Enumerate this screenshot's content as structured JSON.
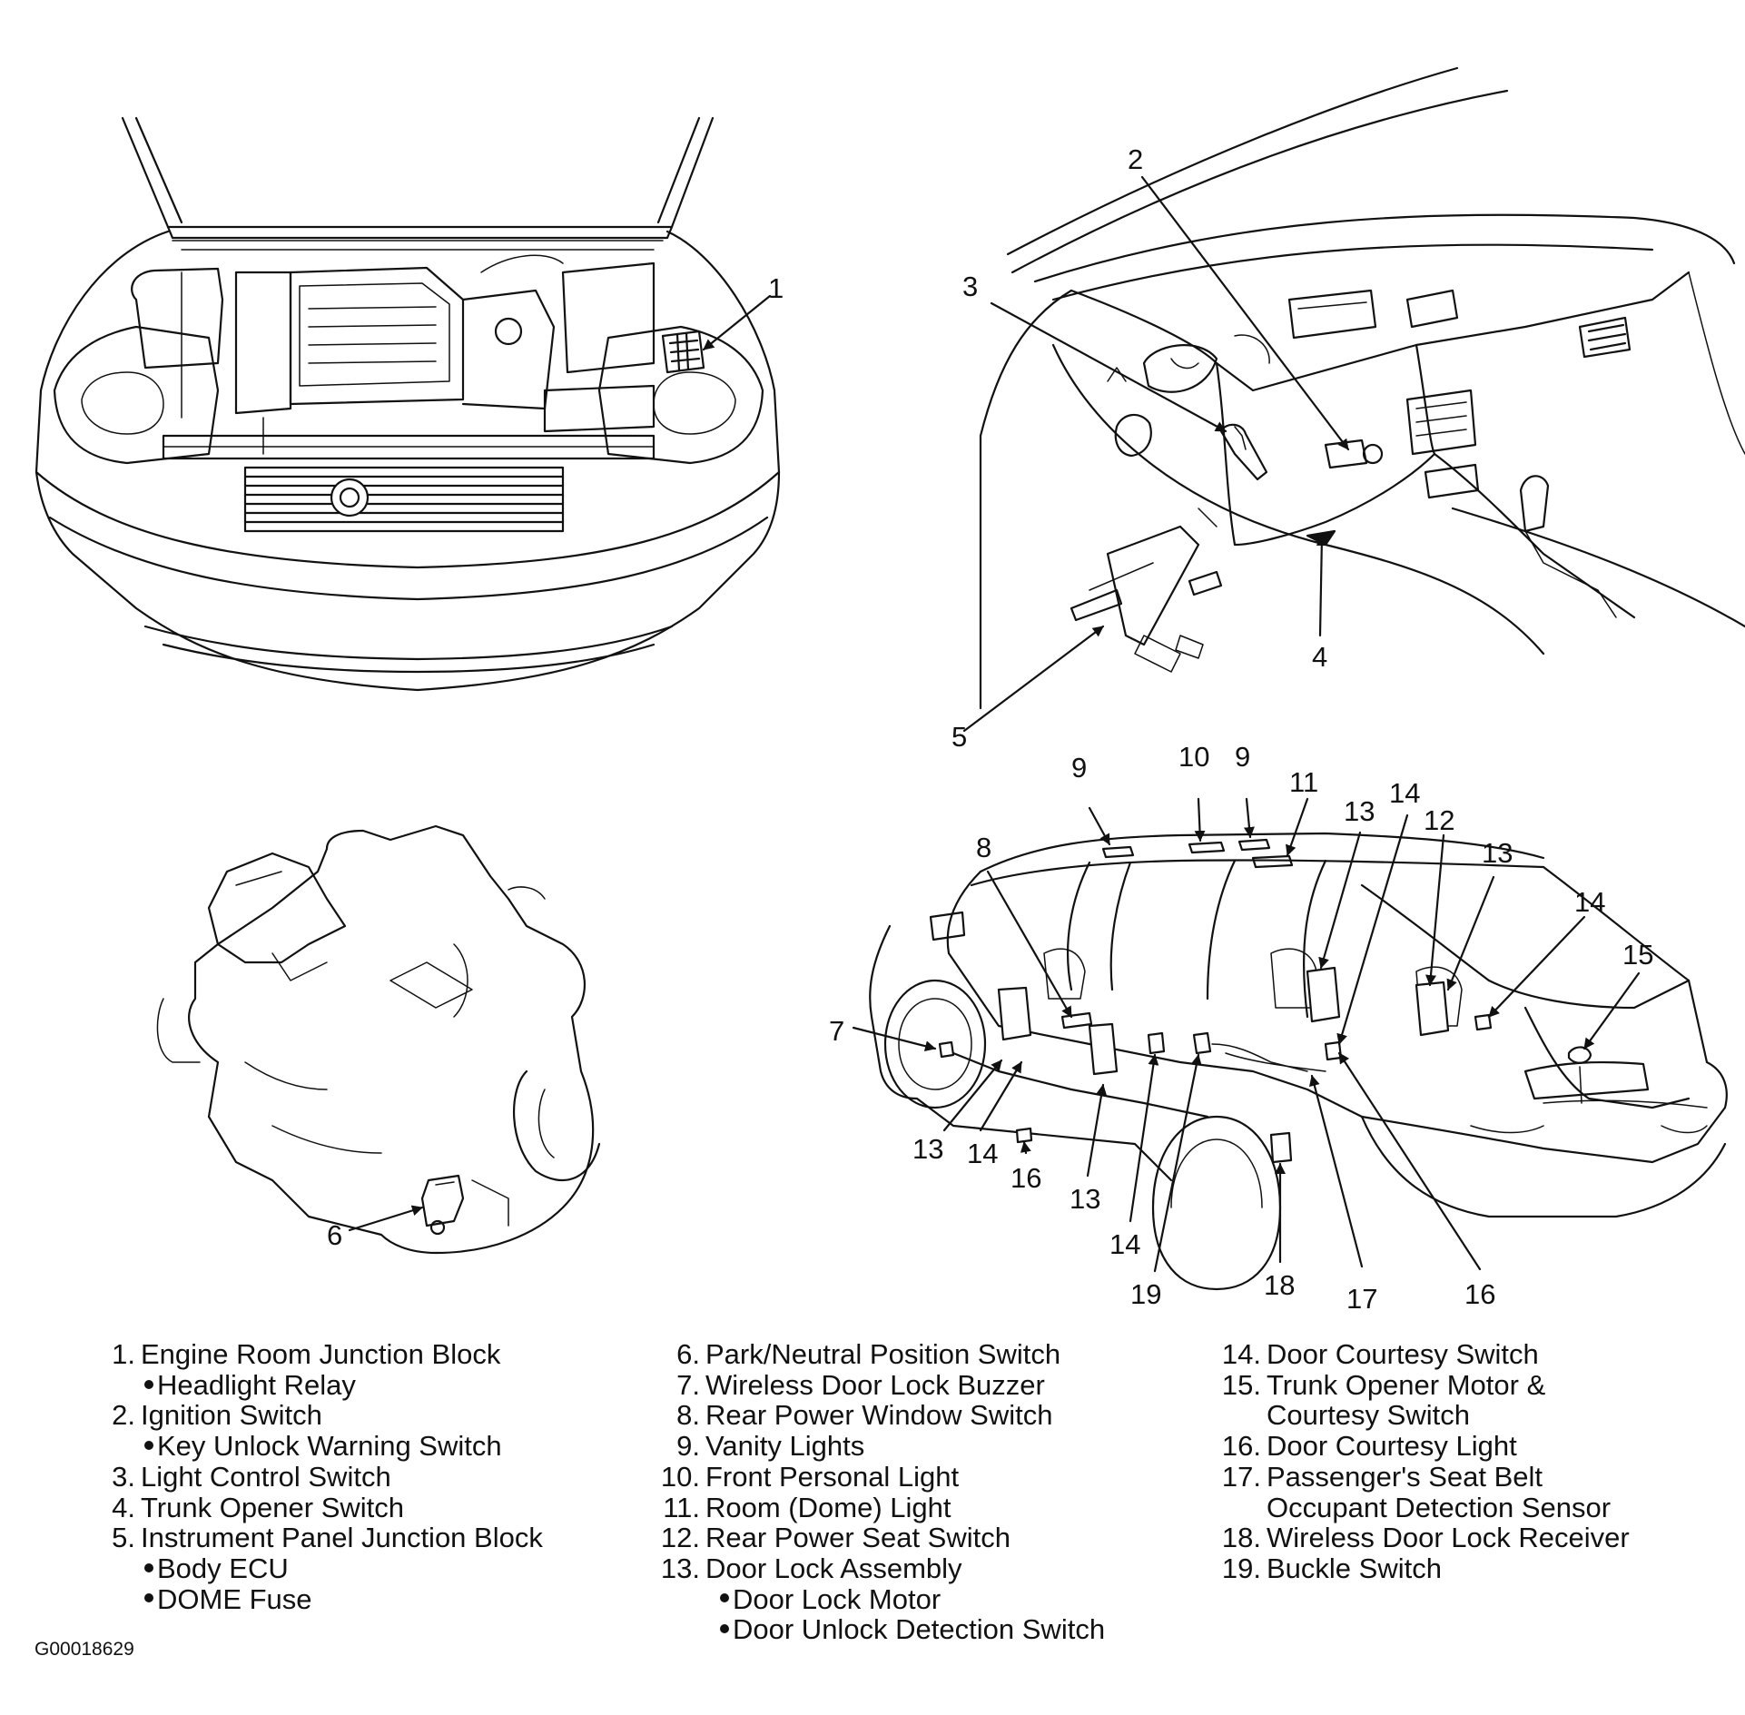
{
  "figure_id": "G00018629",
  "callouts": [
    "1",
    "2",
    "3",
    "4",
    "5",
    "6",
    "7",
    "8",
    "9",
    "10",
    "9",
    "11",
    "13",
    "14",
    "12",
    "13",
    "14",
    "15",
    "13",
    "14",
    "16",
    "13",
    "14",
    "19",
    "18",
    "17",
    "16"
  ],
  "legend": {
    "col1": [
      {
        "num": "1.",
        "label": "Engine Room Junction Block",
        "subs": [
          "Headlight Relay"
        ]
      },
      {
        "num": "2.",
        "label": "Ignition Switch",
        "subs": [
          "Key Unlock Warning Switch"
        ]
      },
      {
        "num": "3.",
        "label": "Light Control Switch",
        "subs": []
      },
      {
        "num": "4.",
        "label": "Trunk Opener Switch",
        "subs": []
      },
      {
        "num": "5.",
        "label": "Instrument Panel Junction Block",
        "subs": [
          "Body ECU",
          "DOME Fuse"
        ]
      }
    ],
    "col2": [
      {
        "num": "6.",
        "label": "Park/Neutral Position Switch",
        "subs": []
      },
      {
        "num": "7.",
        "label": "Wireless Door Lock Buzzer",
        "subs": []
      },
      {
        "num": "8.",
        "label": "Rear Power Window Switch",
        "subs": []
      },
      {
        "num": "9.",
        "label": "Vanity Lights",
        "subs": []
      },
      {
        "num": "10.",
        "label": "Front Personal Light",
        "subs": []
      },
      {
        "num": "11.",
        "label": "Room (Dome) Light",
        "subs": []
      },
      {
        "num": "12.",
        "label": "Rear Power Seat Switch",
        "subs": []
      },
      {
        "num": "13.",
        "label": "Door Lock Assembly",
        "subs": [
          "Door Lock Motor",
          "Door Unlock Detection Switch"
        ]
      }
    ],
    "col3": [
      {
        "num": "14.",
        "label": "Door Courtesy Switch",
        "subs": []
      },
      {
        "num": "15.",
        "label": "Trunk Opener Motor &",
        "subs": []
      },
      {
        "num": "",
        "label": "Courtesy Switch",
        "subs": []
      },
      {
        "num": "16.",
        "label": "Door Courtesy Light",
        "subs": []
      },
      {
        "num": "17.",
        "label": "Passenger's Seat Belt",
        "subs": []
      },
      {
        "num": "",
        "label": "Occupant Detection Sensor",
        "subs": []
      },
      {
        "num": "18.",
        "label": "Wireless Door Lock Receiver",
        "subs": []
      },
      {
        "num": "19.",
        "label": "Buckle Switch",
        "subs": []
      }
    ]
  }
}
